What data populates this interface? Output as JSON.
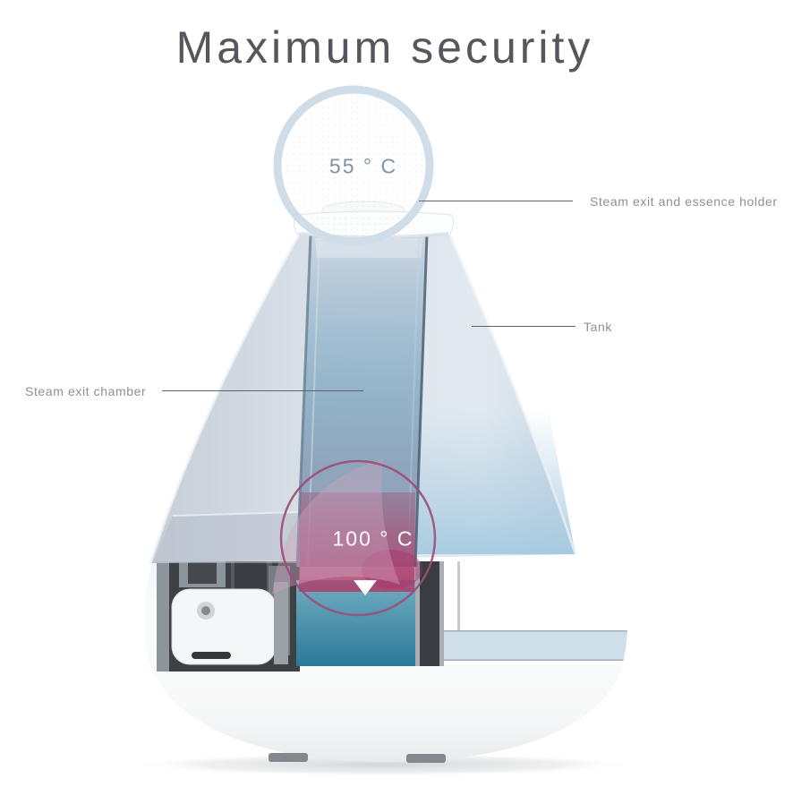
{
  "title": "Maximum security",
  "callouts": {
    "surface_temp": "55 ° C",
    "heater_temp": "100 ° C"
  },
  "labels": {
    "steam_exit_holder": "Steam exit and essence holder",
    "tank": "Tank",
    "steam_exit_chamber": "Steam exit chamber"
  },
  "colors": {
    "background": "#ffffff",
    "title_text": "#55575c",
    "label_text": "#8f9091",
    "leader_line": "#606264",
    "top_ring": "#cfdde9",
    "top_temp_text": "#7e92a6",
    "heater_ring": "#9b4e79",
    "heater_temp_text": "#ffffff",
    "tank_blue": "#a9cade",
    "water_teal": "#2a7a99",
    "heater_pink": "#a84a78"
  }
}
